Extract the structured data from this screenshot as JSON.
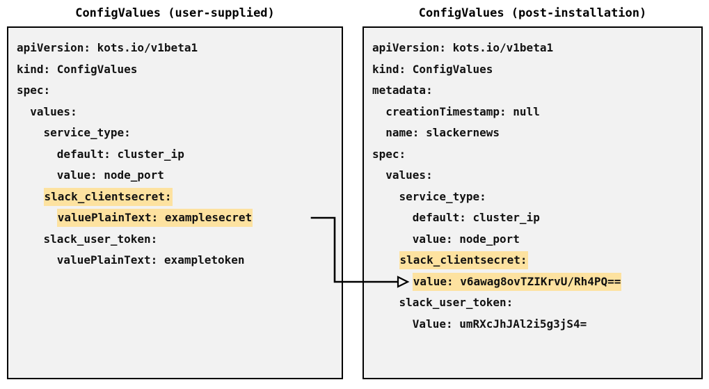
{
  "colors": {
    "highlight": "#fde2a0",
    "panel_background": "#f2f2f2",
    "panel_border": "#000000",
    "text": "#111111",
    "connector": "#000000",
    "page_background": "#ffffff"
  },
  "panels": {
    "left": {
      "title": "ConfigValues (user-supplied)",
      "lines": [
        {
          "text": "apiVersion: kots.io/v1beta1",
          "indent": 0,
          "highlight": false
        },
        {
          "text": "kind: ConfigValues",
          "indent": 0,
          "highlight": false
        },
        {
          "text": "spec:",
          "indent": 0,
          "highlight": false
        },
        {
          "text": "values:",
          "indent": 1,
          "highlight": false
        },
        {
          "text": "service_type:",
          "indent": 2,
          "highlight": false
        },
        {
          "text": "default: cluster_ip",
          "indent": 3,
          "highlight": false
        },
        {
          "text": "value: node_port",
          "indent": 3,
          "highlight": false
        },
        {
          "text": "slack_clientsecret:",
          "indent": 2,
          "highlight": true
        },
        {
          "text": "valuePlainText: examplesecret",
          "indent": 3,
          "highlight": true
        },
        {
          "text": "slack_user_token:",
          "indent": 2,
          "highlight": false
        },
        {
          "text": "valuePlainText: exampletoken",
          "indent": 3,
          "highlight": false
        }
      ]
    },
    "right": {
      "title": "ConfigValues (post-installation)",
      "lines": [
        {
          "text": "apiVersion: kots.io/v1beta1",
          "indent": 0,
          "highlight": false
        },
        {
          "text": "kind: ConfigValues",
          "indent": 0,
          "highlight": false
        },
        {
          "text": "metadata:",
          "indent": 0,
          "highlight": false
        },
        {
          "text": "creationTimestamp: null",
          "indent": 1,
          "highlight": false
        },
        {
          "text": "name: slackernews",
          "indent": 1,
          "highlight": false
        },
        {
          "text": "spec:",
          "indent": 0,
          "highlight": false
        },
        {
          "text": "values:",
          "indent": 1,
          "highlight": false
        },
        {
          "text": "service_type:",
          "indent": 2,
          "highlight": false
        },
        {
          "text": "default: cluster_ip",
          "indent": 3,
          "highlight": false
        },
        {
          "text": "value: node_port",
          "indent": 3,
          "highlight": false
        },
        {
          "text": "slack_clientsecret:",
          "indent": 2,
          "highlight": true
        },
        {
          "text": "value: v6awag8ovTZIKrvU/Rh4PQ==",
          "indent": 3,
          "highlight": true
        },
        {
          "text": "slack_user_token:",
          "indent": 2,
          "highlight": false
        },
        {
          "text": "Value: umRXcJhJAl2i5g3jS4=",
          "indent": 3,
          "highlight": false
        }
      ]
    }
  },
  "connector": {
    "name": "secret-transform-arrow",
    "from_label": "valuePlainText: examplesecret",
    "to_label": "value: v6awag8ovTZIKrvU/Rh4PQ==",
    "arrowhead": "open-triangle"
  }
}
